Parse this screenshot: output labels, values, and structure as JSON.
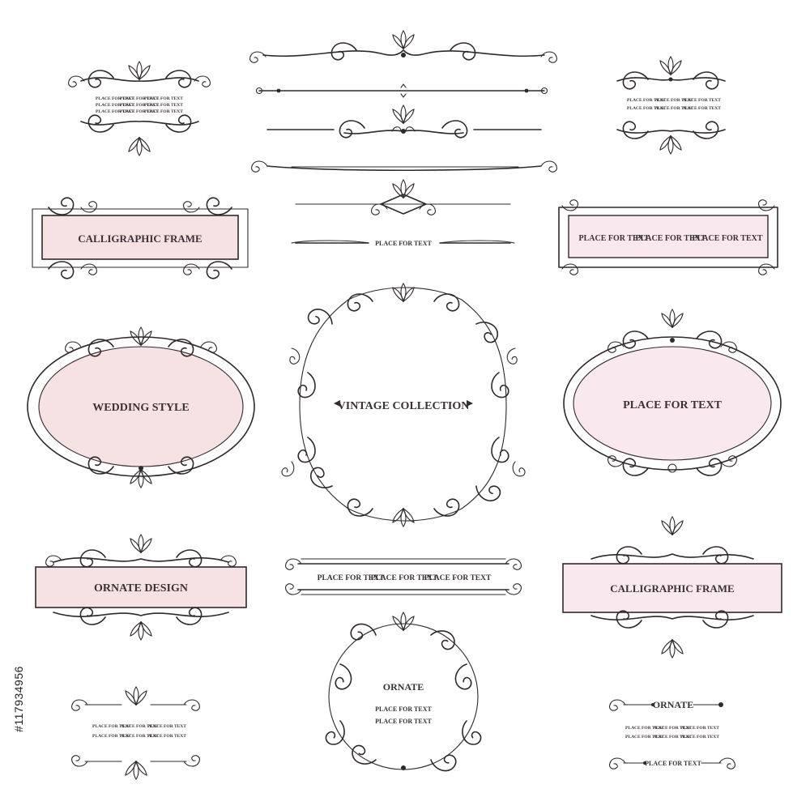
{
  "colors": {
    "ink": "#2f292b",
    "pink": "#f7e2e3",
    "pink_alt": "#f9e8ee",
    "background": "#ffffff"
  },
  "labels": {
    "calligraphic_frame_left": "CALLIGRAPHIC FRAME",
    "calligraphic_frame_right": "CALLIGRAPHIC FRAME",
    "wedding_style": "WEDDING STYLE",
    "vintage_collection": "VINTAGE COLLECTION",
    "place_for_text_oval": "PLACE FOR TEXT",
    "ornate_design": "ORNATE DESIGN",
    "ornate_wreath": "ORNATE",
    "ornate_bottom_right": "ORNATE",
    "place_for_text": "PLACE FOR TEXT"
  },
  "stock_id": "#117934956"
}
